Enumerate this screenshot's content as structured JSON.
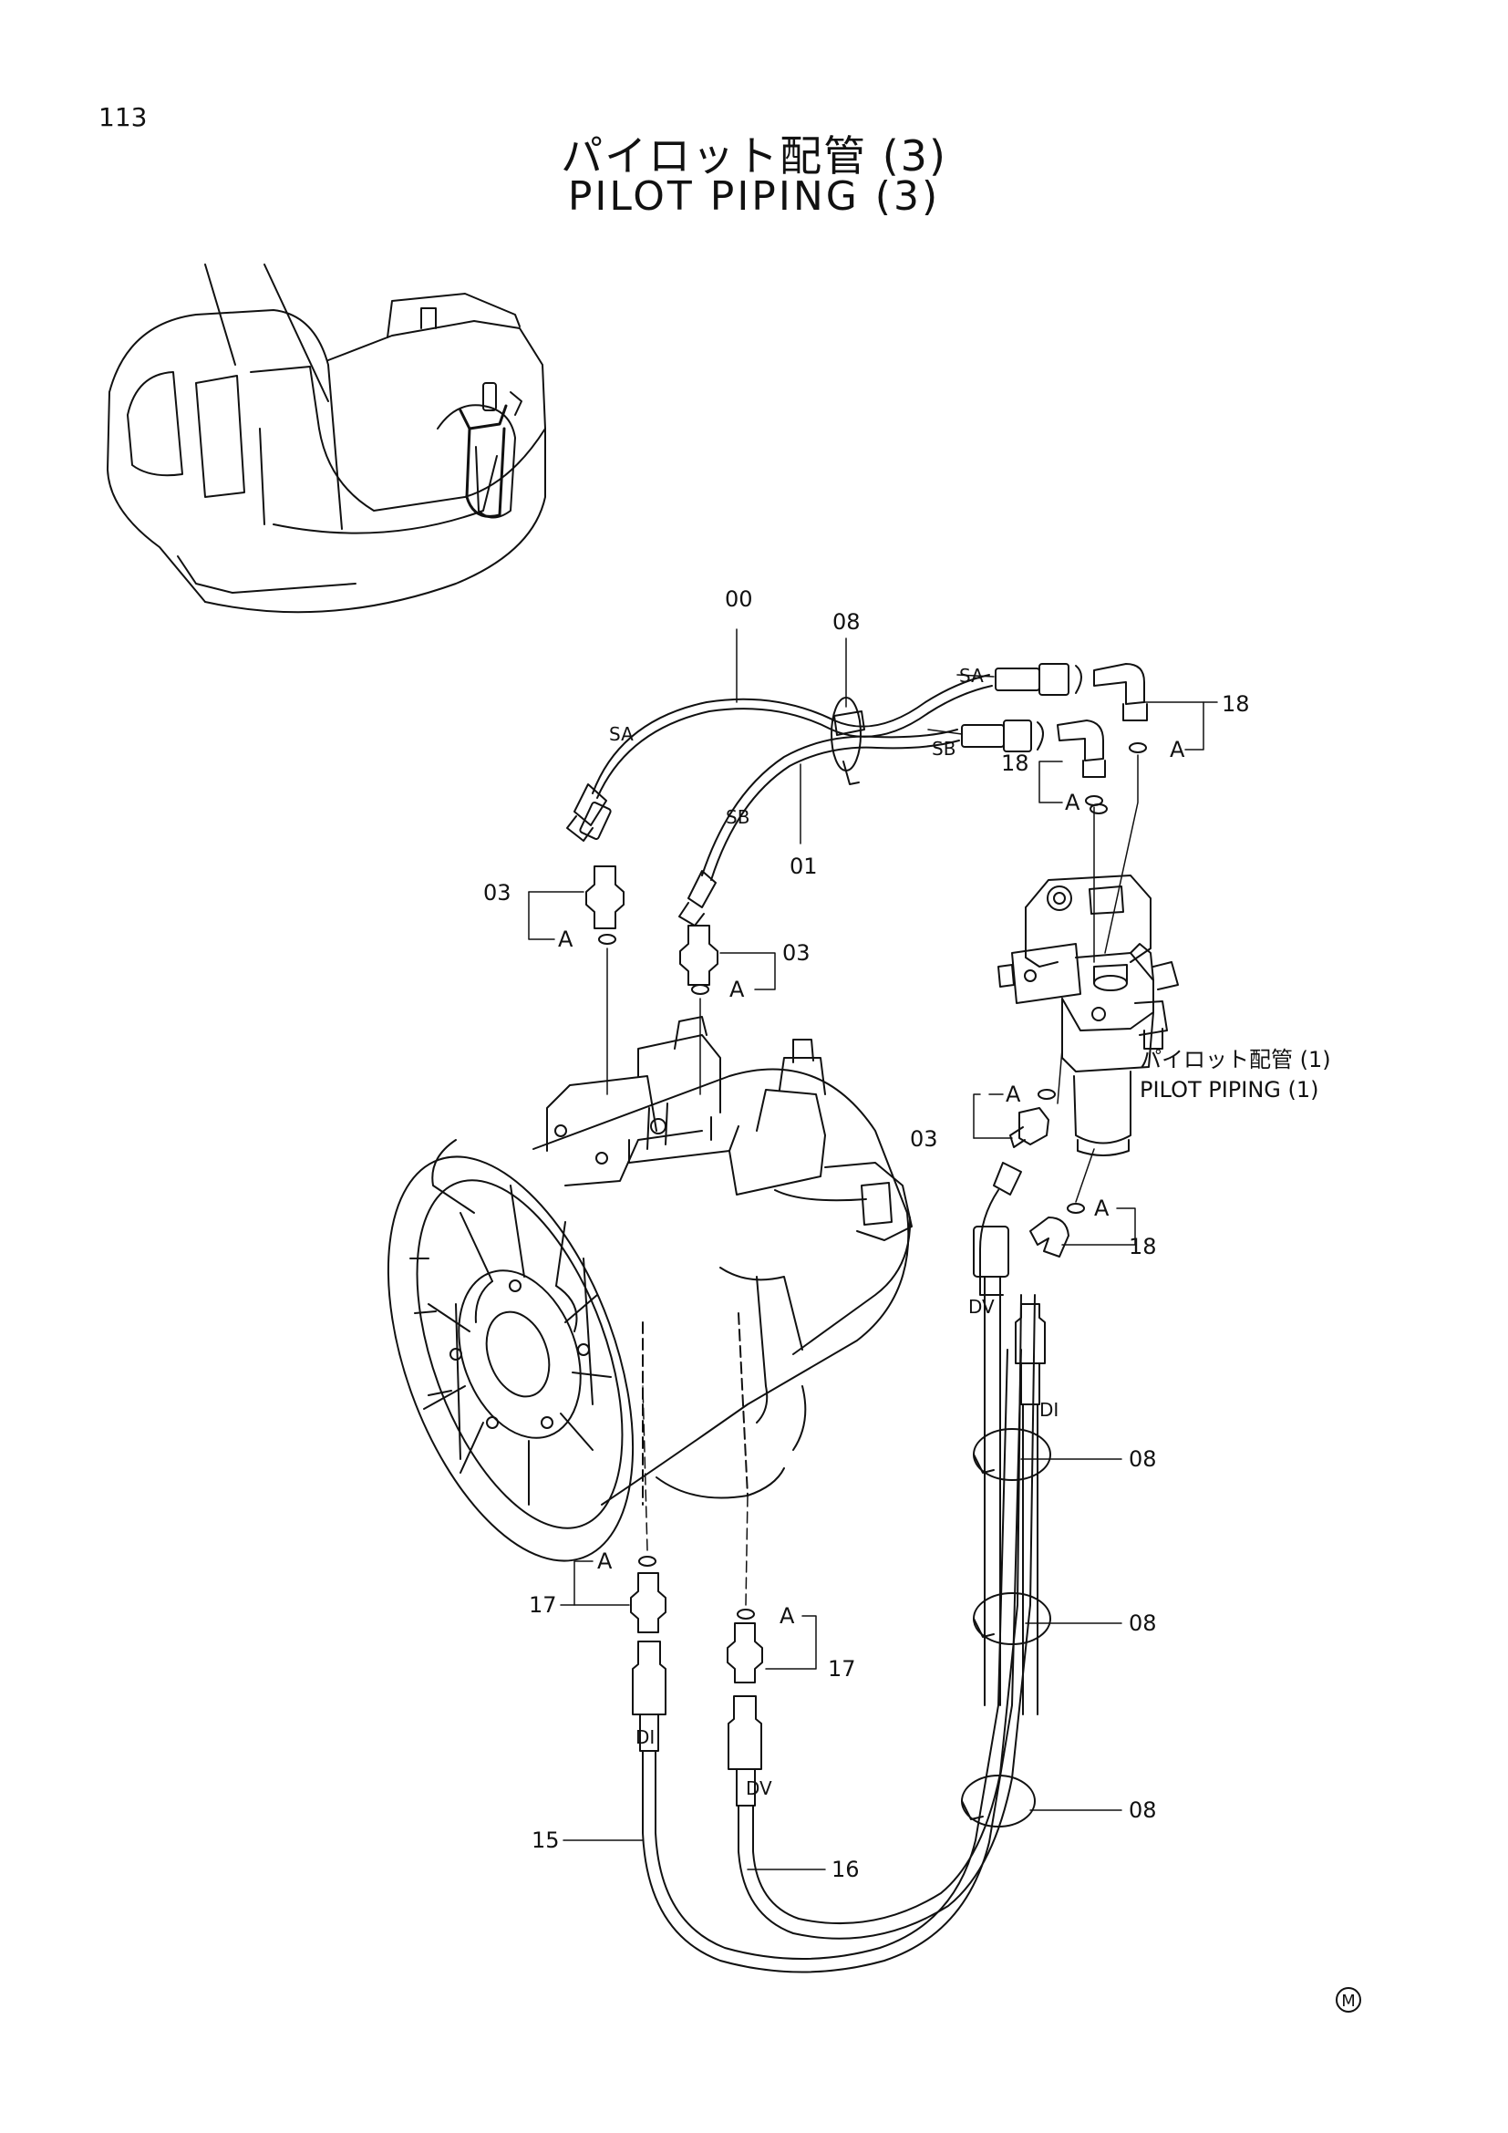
{
  "header": {
    "page_number": "113",
    "title_ja": "パイロット配管 (3)",
    "title_en": "PILOT PIPING (3)"
  },
  "callouts": {
    "p00": "00",
    "p01": "01",
    "p08_top": "08",
    "p03_left": "03",
    "p03_mid": "03",
    "p03_right": "03",
    "p18_top": "18",
    "p18_mid": "18",
    "p18_low": "18",
    "p08_a": "08",
    "p08_b": "08",
    "p08_c": "08",
    "p15": "15",
    "p16": "16",
    "p17_left": "17",
    "p17_right": "17",
    "mark_a": "A",
    "hose_sa": "SA",
    "hose_sb": "SB",
    "hose_di": "DI",
    "hose_dv": "DV"
  },
  "reference_note": {
    "ja": "パイロット配管 (1)",
    "en": "PILOT PIPING (1)"
  },
  "footer_mark": "M"
}
